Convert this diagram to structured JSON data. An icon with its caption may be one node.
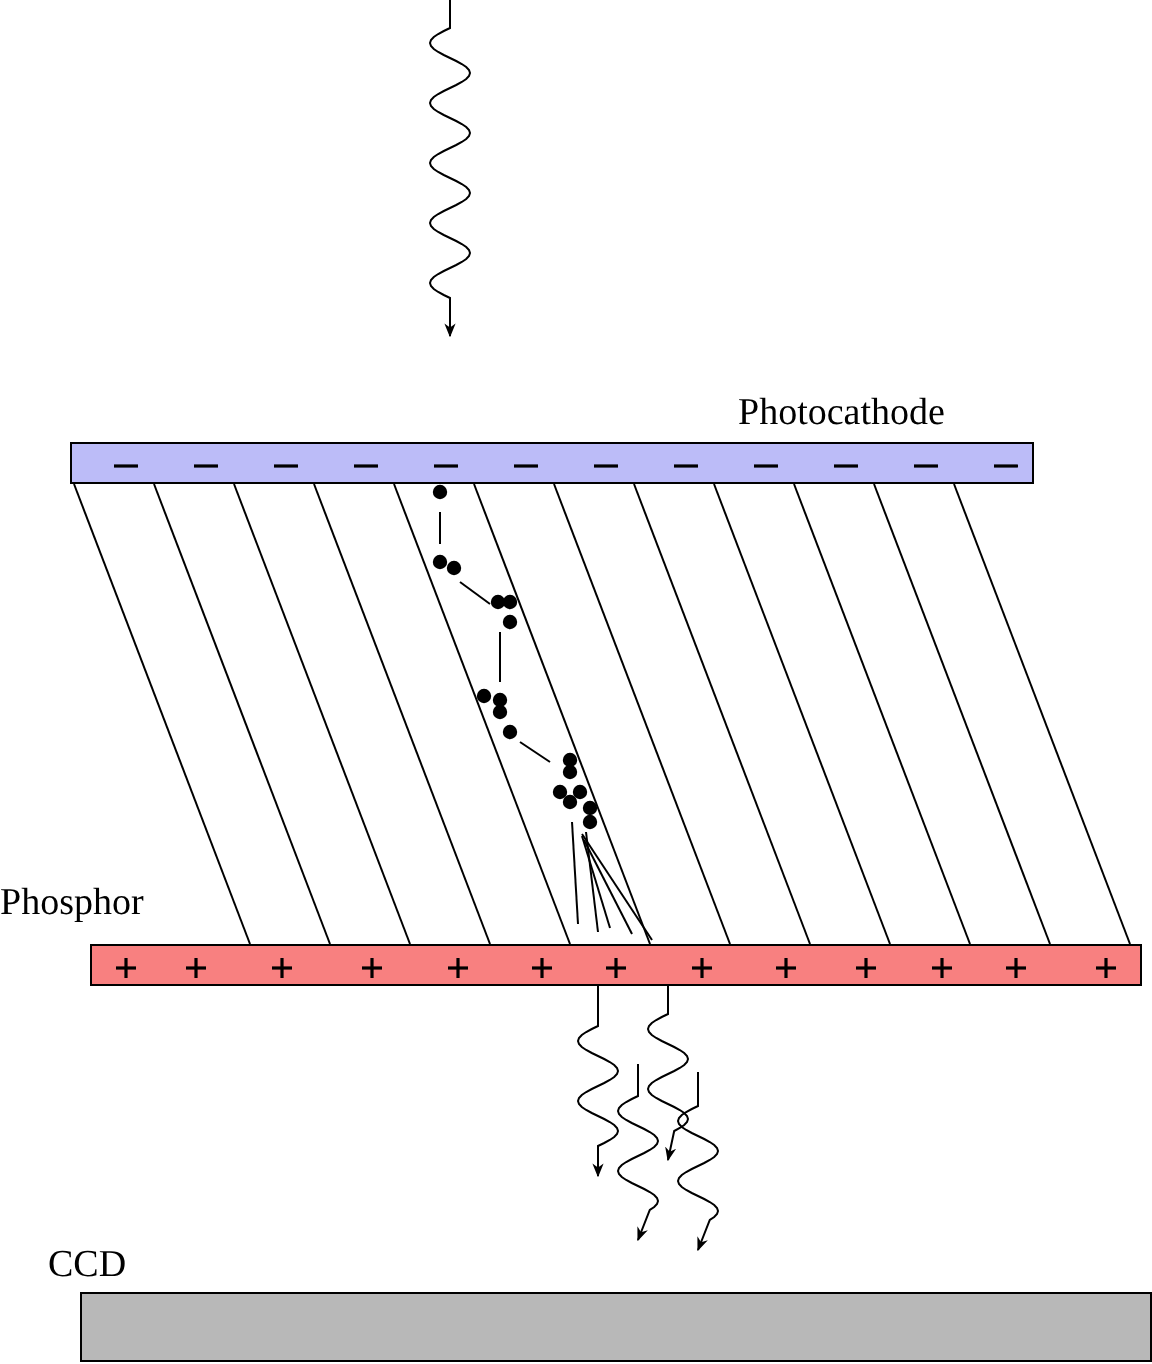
{
  "diagram": {
    "nodes": [
      {
        "text": [
          "Photocathode"
        ]
      },
      {
        "text": [
          "Phosphor"
        ]
      },
      {
        "text": [
          "CCD"
        ]
      }
    ],
    "edges": [
      {
        "from": 1,
        "to": null,
        "arrow": "to"
      },
      {
        "from": 1,
        "to": null,
        "arrow": "to"
      }
    ]
  }
}
